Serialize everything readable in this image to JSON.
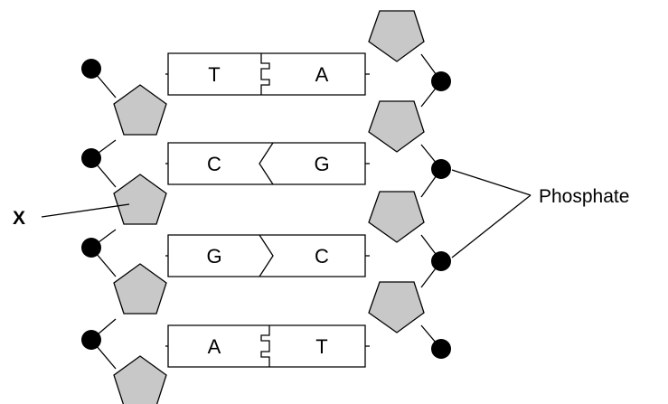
{
  "labels": {
    "x": "X",
    "phosphate": "Phosphate"
  },
  "base_pairs": [
    {
      "left": "T",
      "right": "A"
    },
    {
      "left": "C",
      "right": "G"
    },
    {
      "left": "G",
      "right": "C"
    },
    {
      "left": "A",
      "right": "T"
    }
  ],
  "colors": {
    "sugar": "#c8c8c8",
    "phosphate": "#000000",
    "outline": "#000000"
  }
}
